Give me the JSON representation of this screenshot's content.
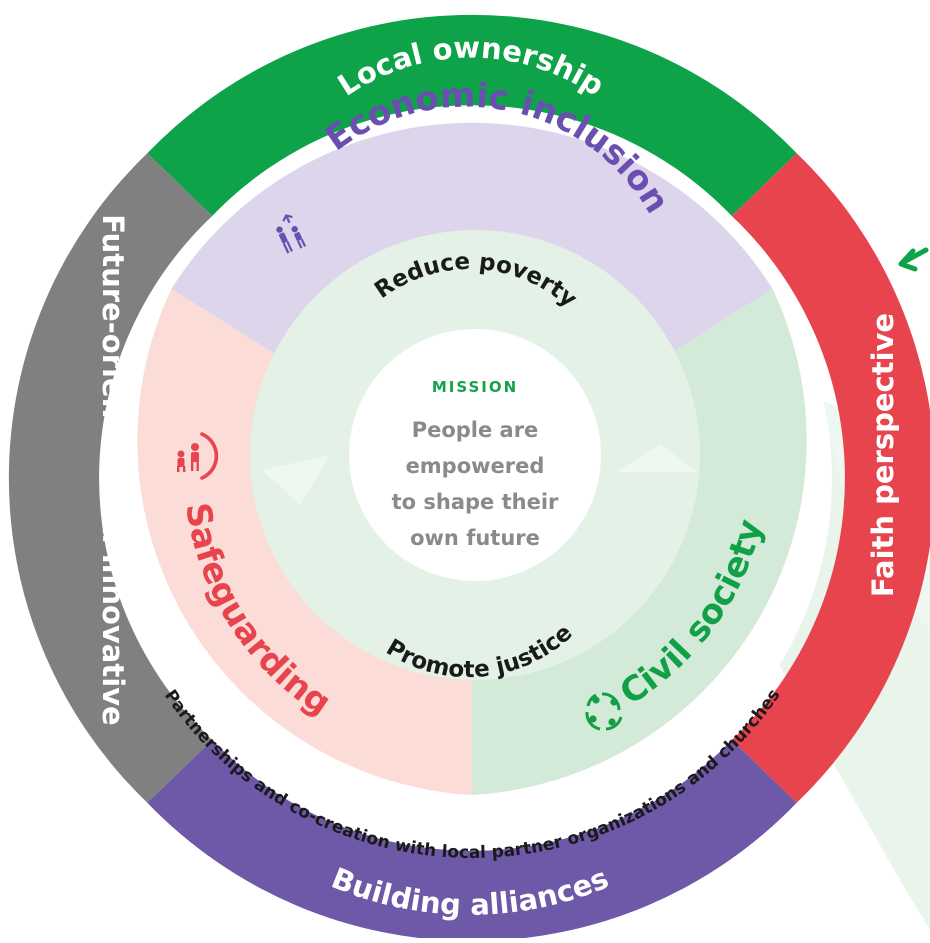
{
  "outer_ring": {
    "top": "Local ownership",
    "right": "Faith perspective",
    "bottom": "Building alliances",
    "left": "Future-oriented and innovative"
  },
  "sectors": {
    "economic": "Economic inclusion",
    "safeguarding": "Safeguarding",
    "civil": "Civil society"
  },
  "inner_ring": {
    "top": "Reduce poverty",
    "bottom": "Promote justice"
  },
  "partnership_text": "Partnerships and co-creation with local partner organizations and churches",
  "mission": {
    "title": "MISSION",
    "lines": [
      "People are",
      "empowered",
      "to shape their",
      "own future"
    ]
  },
  "icons": {
    "economic": "people-growth-icon",
    "safeguarding": "protected-people-icon",
    "civil": "community-circle-icon",
    "arrow": "arrow-icon"
  },
  "colors": {
    "green": "#0ea348",
    "red": "#e8444e",
    "purple": "#6e58a8",
    "gray": "#808080",
    "lavender": "#dcd5ec",
    "pink": "#fcdcd6",
    "mint": "#d3ead8",
    "pale_mint": "#e3f1e6",
    "mission_green": "#15a34a",
    "mission_text": "#8a8a8a",
    "economic_text": "#6a4fb0",
    "safeguarding_text": "#e8444e",
    "civil_text": "#12a046"
  }
}
